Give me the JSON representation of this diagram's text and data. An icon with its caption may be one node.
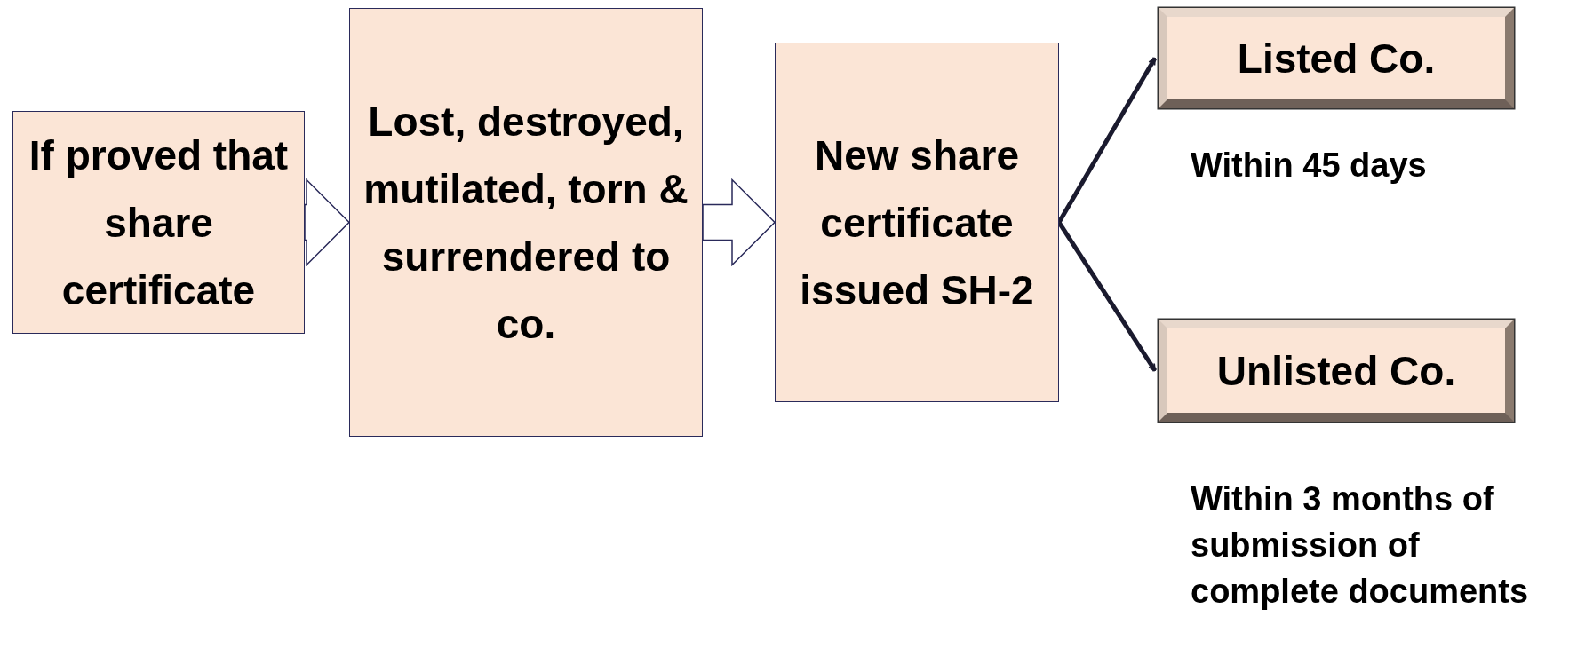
{
  "diagram": {
    "nodes": [
      {
        "text": [
          "If proved that share certificate"
        ]
      },
      {
        "text": [
          "Lost, destroyed, mutilated, torn & surrendered to co."
        ]
      },
      {
        "text": [
          "New share certificate issued SH-2"
        ]
      },
      {
        "text": [
          "Listed Co."
        ],
        "beside": [
          "Within 45 days"
        ]
      },
      {
        "text": [
          "Unlisted Co."
        ],
        "beside": [
          "Within 3 months of submission of complete documents"
        ]
      }
    ],
    "edges": [
      {
        "from": 0,
        "to": 1,
        "arrow": "to",
        "style": "thick"
      },
      {
        "from": 1,
        "to": 2,
        "arrow": "to",
        "style": "thick"
      },
      {
        "from": 2,
        "to": 3,
        "arrow": "to"
      },
      {
        "from": 2,
        "to": 4,
        "arrow": "to"
      }
    ]
  }
}
